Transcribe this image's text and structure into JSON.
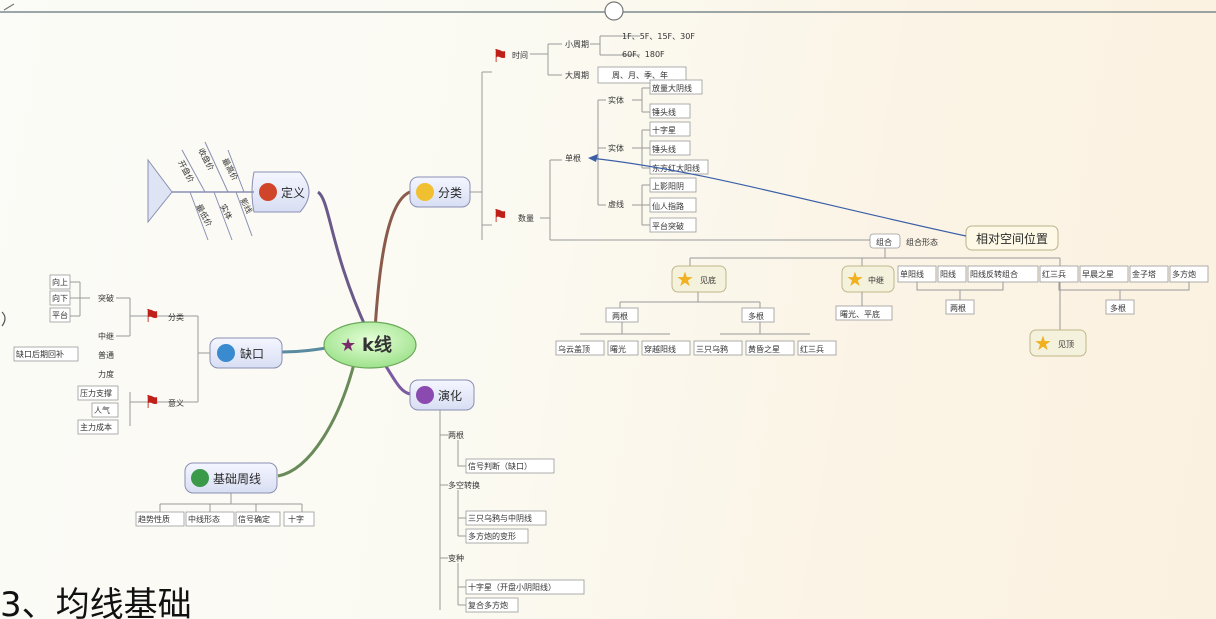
{
  "center": "k线",
  "topics": {
    "definition": "定义",
    "classification": "分类",
    "gap": "缺口",
    "evolution": "演化",
    "basic_ma": "基础周线"
  },
  "definition_spokes": [
    "开盘价",
    "收盘价",
    "最高价",
    "最低价",
    "实体",
    "影线"
  ],
  "classification": {
    "time": "时间",
    "small_cycle": "小周期",
    "small_cycle_values": [
      "1F、5F、15F、30F",
      "60F、180F"
    ],
    "large_cycle": "大周期",
    "large_cycle_values": "周、月、季、年",
    "quantity": "数量",
    "single": "单根",
    "solid": "实体",
    "solid_items": [
      "放量大阴线",
      "锤头线"
    ],
    "real": "实体",
    "real_items": [
      "十字星",
      "锤头线",
      "东方红大阳线"
    ],
    "shadow": "虚线",
    "shadow_items": [
      "上影阳阴",
      "仙人指路",
      "平台突破"
    ],
    "combo": "组合",
    "relative_note": "相对空间位置",
    "combo_label": "组合形态"
  },
  "combo": {
    "bottom": "见底",
    "bottom_groups": [
      {
        "label": "两根",
        "items": [
          "乌云盖顶",
          "曙光",
          "穿越阳线"
        ]
      },
      {
        "label": "多根",
        "items": [
          "三只乌鸦",
          "黄昏之星",
          "红三兵"
        ]
      }
    ],
    "middle": "中继",
    "middle_items": "曙光、平底",
    "middle_row": [
      "单阳线",
      "阳线",
      "阳线反转组合",
      "红三兵",
      "早晨之星",
      "金子塔",
      "多方炮"
    ],
    "middle_groups": [
      "两根",
      "多根"
    ],
    "top": "见顶"
  },
  "gap": {
    "class": "分类",
    "class_items": [
      "向上",
      "向下",
      "平台"
    ],
    "class_sub": "突破",
    "middle_items": [
      "中继",
      "普通",
      "力度"
    ],
    "middle_extra": "缺口后期回补",
    "meaning": "意义",
    "meaning_items": [
      "压力支撑",
      "人气",
      "主力成本"
    ]
  },
  "evolution": {
    "two": "两根",
    "two_item": "信号判断（缺口）",
    "multi": "多空转换",
    "multi_items": [
      "三只乌鸦与中阴线",
      "多方炮的变形"
    ],
    "variant": "变种",
    "variant_items": [
      "十字星（开盘小阴阳线）",
      "复合多方炮"
    ]
  },
  "basic_ma": [
    "趋势性质",
    "中线形态",
    "信号确定",
    "十字"
  ],
  "heading": "3、均线基础"
}
